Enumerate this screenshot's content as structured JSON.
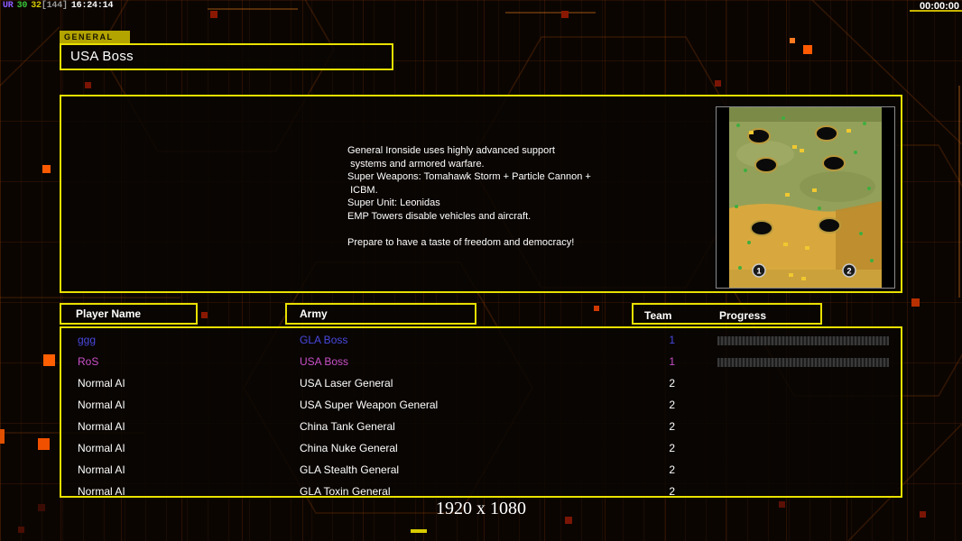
{
  "hud": {
    "debug": {
      "ur": "UR",
      "fps": "30",
      "poly": "32",
      "frames": "[144]",
      "clock": "16:24:14"
    },
    "match_timer": "00:00:00",
    "resolution_label": "1920 x 1080"
  },
  "colors": {
    "accent_yellow": "#e8e000",
    "grid_orange": "#ff640a",
    "player1_color": "#4848e0",
    "player2_color": "#c850c8",
    "text": "#ffffff"
  },
  "general_panel": {
    "tab_label": "GENERAL",
    "title": "USA Boss",
    "description_lines": [
      "General Ironside uses highly advanced support",
      " systems and armored warfare.",
      "Super Weapons: Tomahawk Storm + Particle Cannon +",
      " ICBM.",
      "Super Unit: Leonidas",
      "EMP Towers disable vehicles and aircraft.",
      "",
      "Prepare to have a taste of freedom and democracy!"
    ]
  },
  "map": {
    "start_positions": [
      "1",
      "2"
    ]
  },
  "lobby_table": {
    "headers": {
      "player": "Player Name",
      "army": "Army",
      "team": "Team",
      "progress": "Progress"
    },
    "rows": [
      {
        "player": "ggg",
        "army": "GLA Boss",
        "team": "1",
        "color": "#4848e0",
        "has_progress": true
      },
      {
        "player": "RoS",
        "army": "USA Boss",
        "team": "1",
        "color": "#c850c8",
        "has_progress": true
      },
      {
        "player": "Normal AI",
        "army": "USA Laser General",
        "team": "2",
        "color": "#ffffff",
        "has_progress": false
      },
      {
        "player": "Normal AI",
        "army": "USA Super Weapon General",
        "team": "2",
        "color": "#ffffff",
        "has_progress": false
      },
      {
        "player": "Normal AI",
        "army": "China Tank General",
        "team": "2",
        "color": "#ffffff",
        "has_progress": false
      },
      {
        "player": "Normal AI",
        "army": "China Nuke General",
        "team": "2",
        "color": "#ffffff",
        "has_progress": false
      },
      {
        "player": "Normal AI",
        "army": "GLA Stealth General",
        "team": "2",
        "color": "#ffffff",
        "has_progress": false
      },
      {
        "player": "Normal AI",
        "army": "GLA Toxin General",
        "team": "2",
        "color": "#ffffff",
        "has_progress": false
      }
    ]
  }
}
